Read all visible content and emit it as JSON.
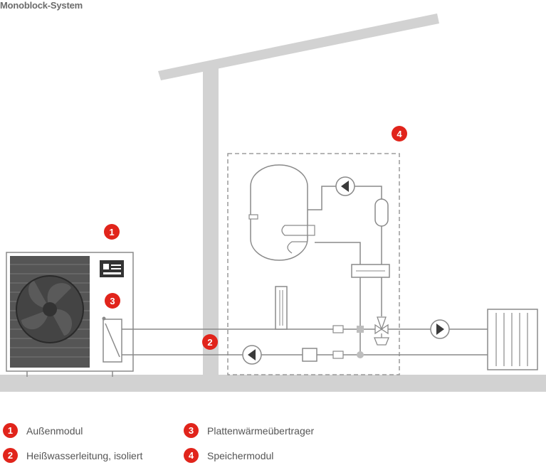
{
  "title": "Monoblock-System",
  "badges": {
    "outdoor": "1",
    "pipe": "2",
    "exchanger": "3",
    "storage": "4"
  },
  "legend": [
    {
      "number": "1",
      "label": "Außenmodul"
    },
    {
      "number": "2",
      "label": "Heißwasserleitung, isoliert"
    },
    {
      "number": "3",
      "label": "Plattenwärmeübertrager"
    },
    {
      "number": "4",
      "label": "Speichermodul"
    }
  ],
  "colors": {
    "accent": "#e1241b",
    "line": "#8a8a8a",
    "structure": "#d0d0d0",
    "fan": "#3a3a3a"
  }
}
